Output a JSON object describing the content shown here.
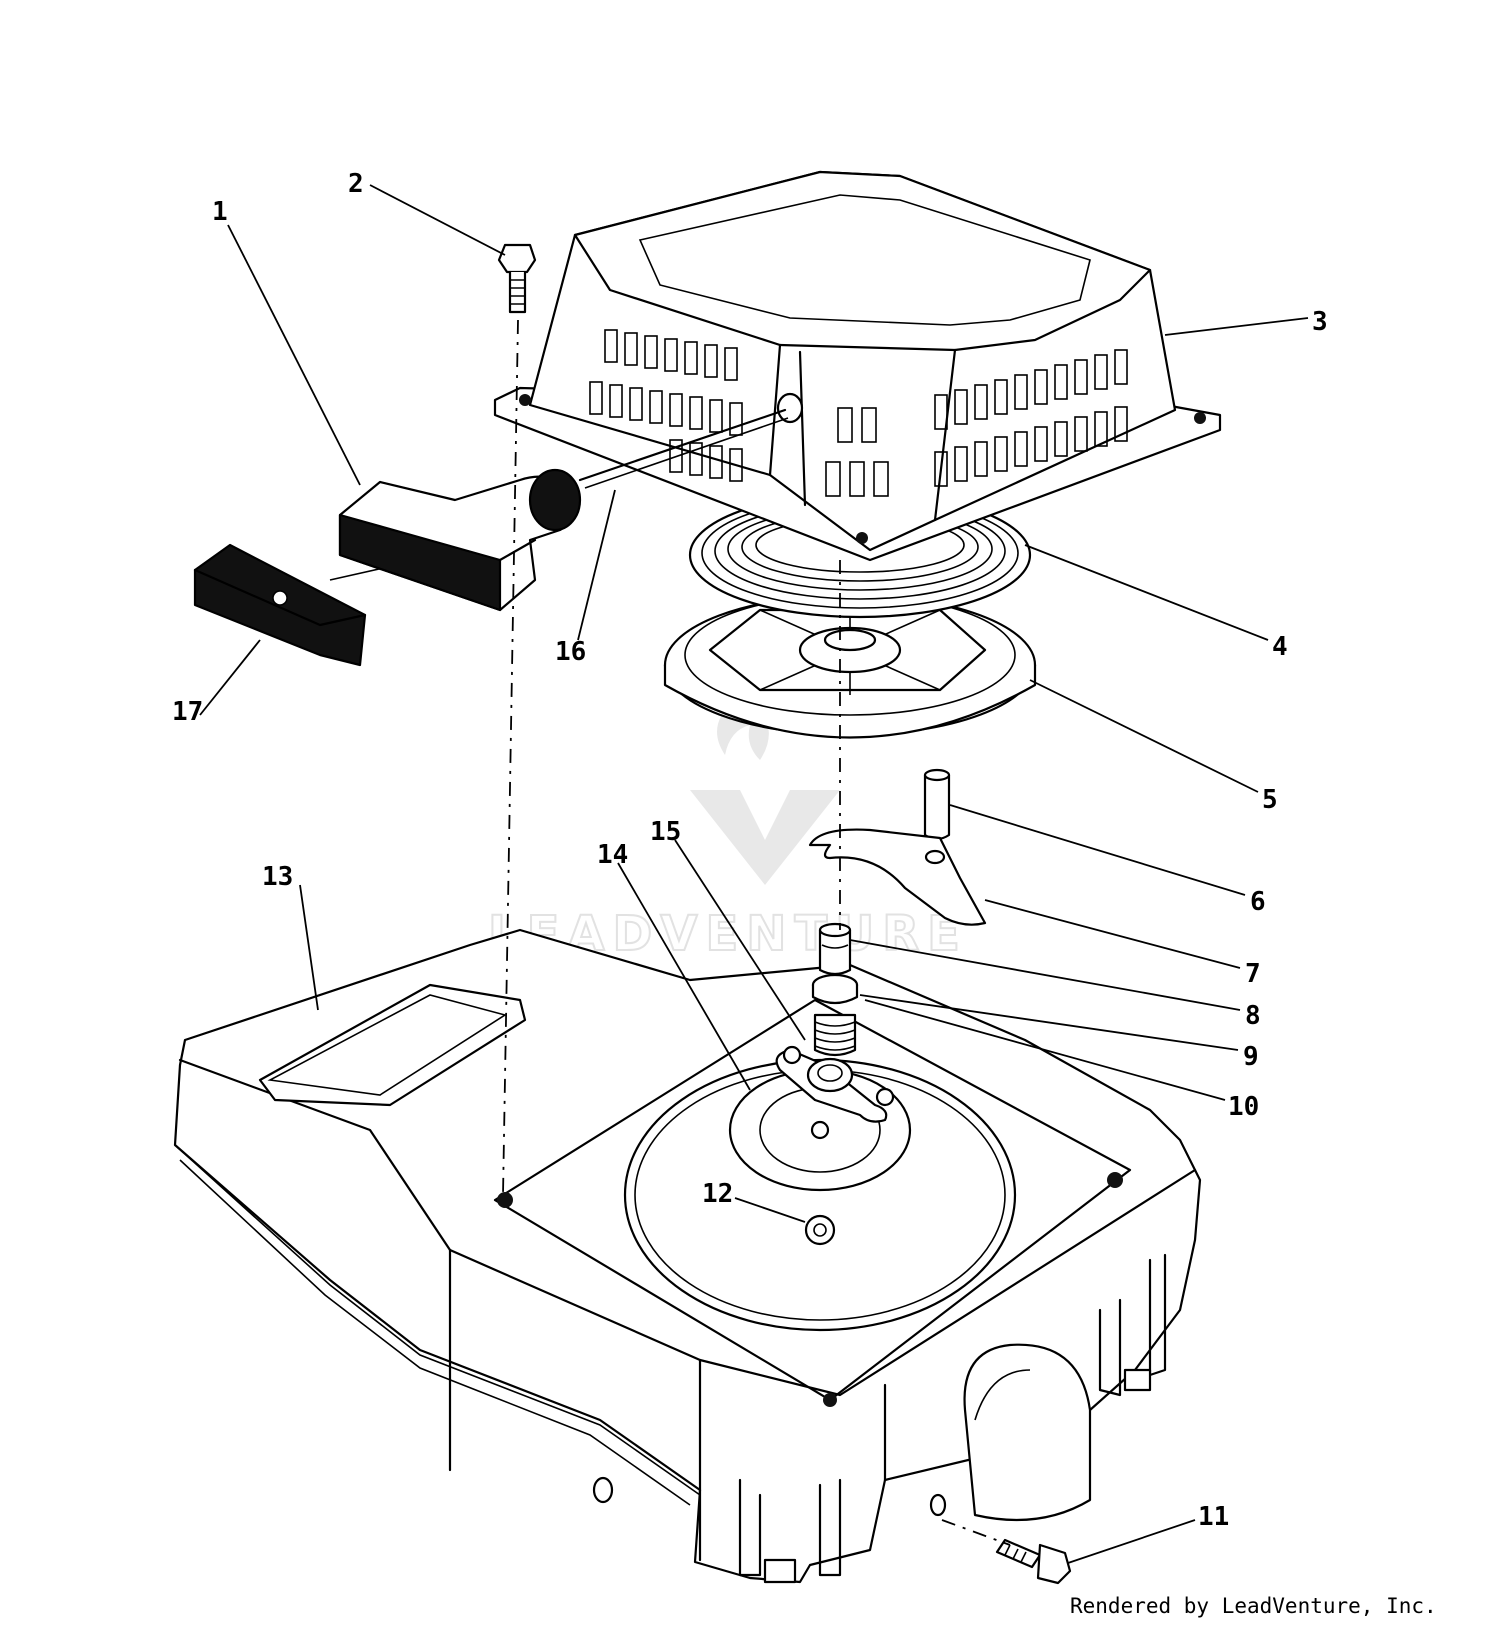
{
  "diagram": {
    "callouts": [
      {
        "id": "1",
        "label": "1"
      },
      {
        "id": "2",
        "label": "2"
      },
      {
        "id": "3",
        "label": "3"
      },
      {
        "id": "4",
        "label": "4"
      },
      {
        "id": "5",
        "label": "5"
      },
      {
        "id": "6",
        "label": "6"
      },
      {
        "id": "7",
        "label": "7"
      },
      {
        "id": "8",
        "label": "8"
      },
      {
        "id": "9",
        "label": "9"
      },
      {
        "id": "10",
        "label": "10"
      },
      {
        "id": "11",
        "label": "11"
      },
      {
        "id": "12",
        "label": "12"
      },
      {
        "id": "13",
        "label": "13"
      },
      {
        "id": "14",
        "label": "14"
      },
      {
        "id": "15",
        "label": "15"
      },
      {
        "id": "16",
        "label": "16"
      },
      {
        "id": "17",
        "label": "17"
      }
    ],
    "watermark": "LEADVENTURE",
    "credit": "Rendered by LeadVenture, Inc."
  }
}
